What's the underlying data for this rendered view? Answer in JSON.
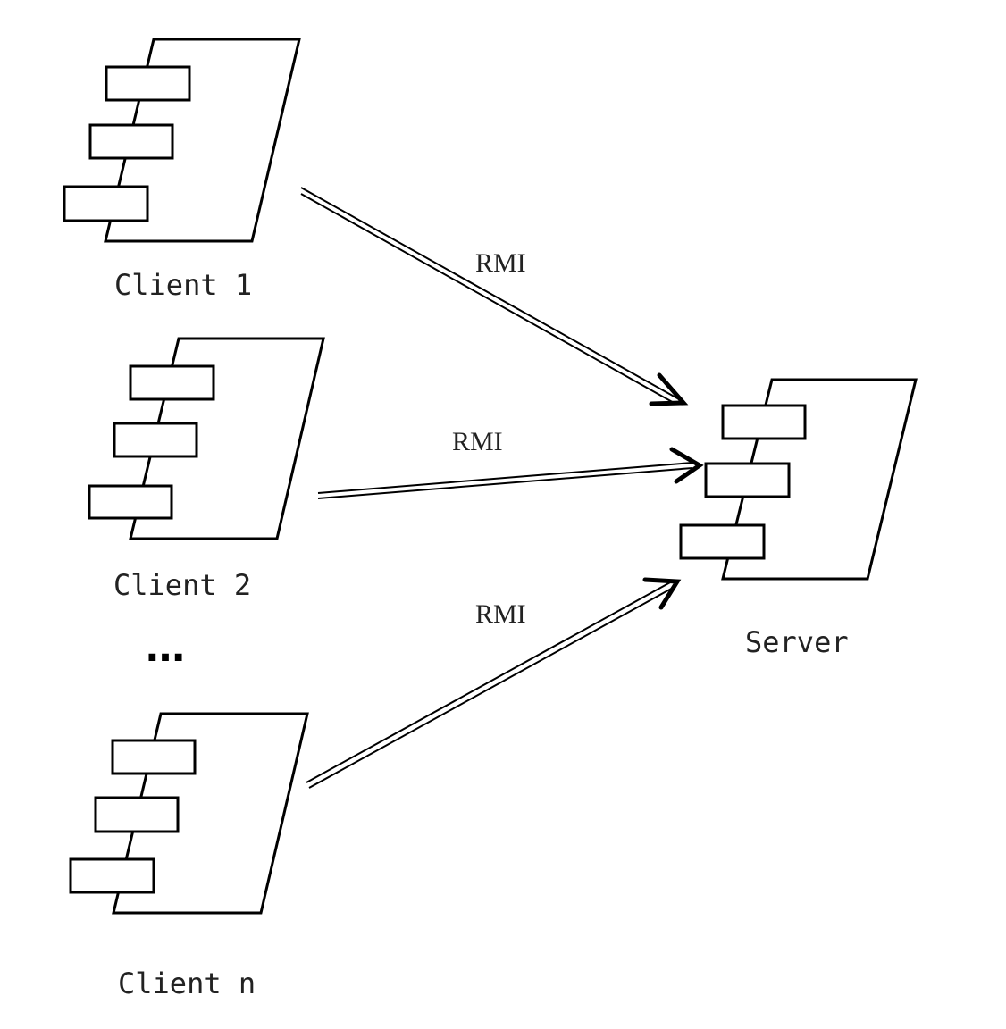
{
  "nodes": {
    "client_1": {
      "label": "Client 1"
    },
    "client_2": {
      "label": "Client 2"
    },
    "client_n": {
      "label": "Client n"
    },
    "server": {
      "label": "Server"
    }
  },
  "ellipsis": "…",
  "connections": [
    {
      "from": "Client 1",
      "to": "Server",
      "label": "RMI"
    },
    {
      "from": "Client 2",
      "to": "Server",
      "label": "RMI"
    },
    {
      "from": "Client n",
      "to": "Server",
      "label": "RMI"
    }
  ]
}
